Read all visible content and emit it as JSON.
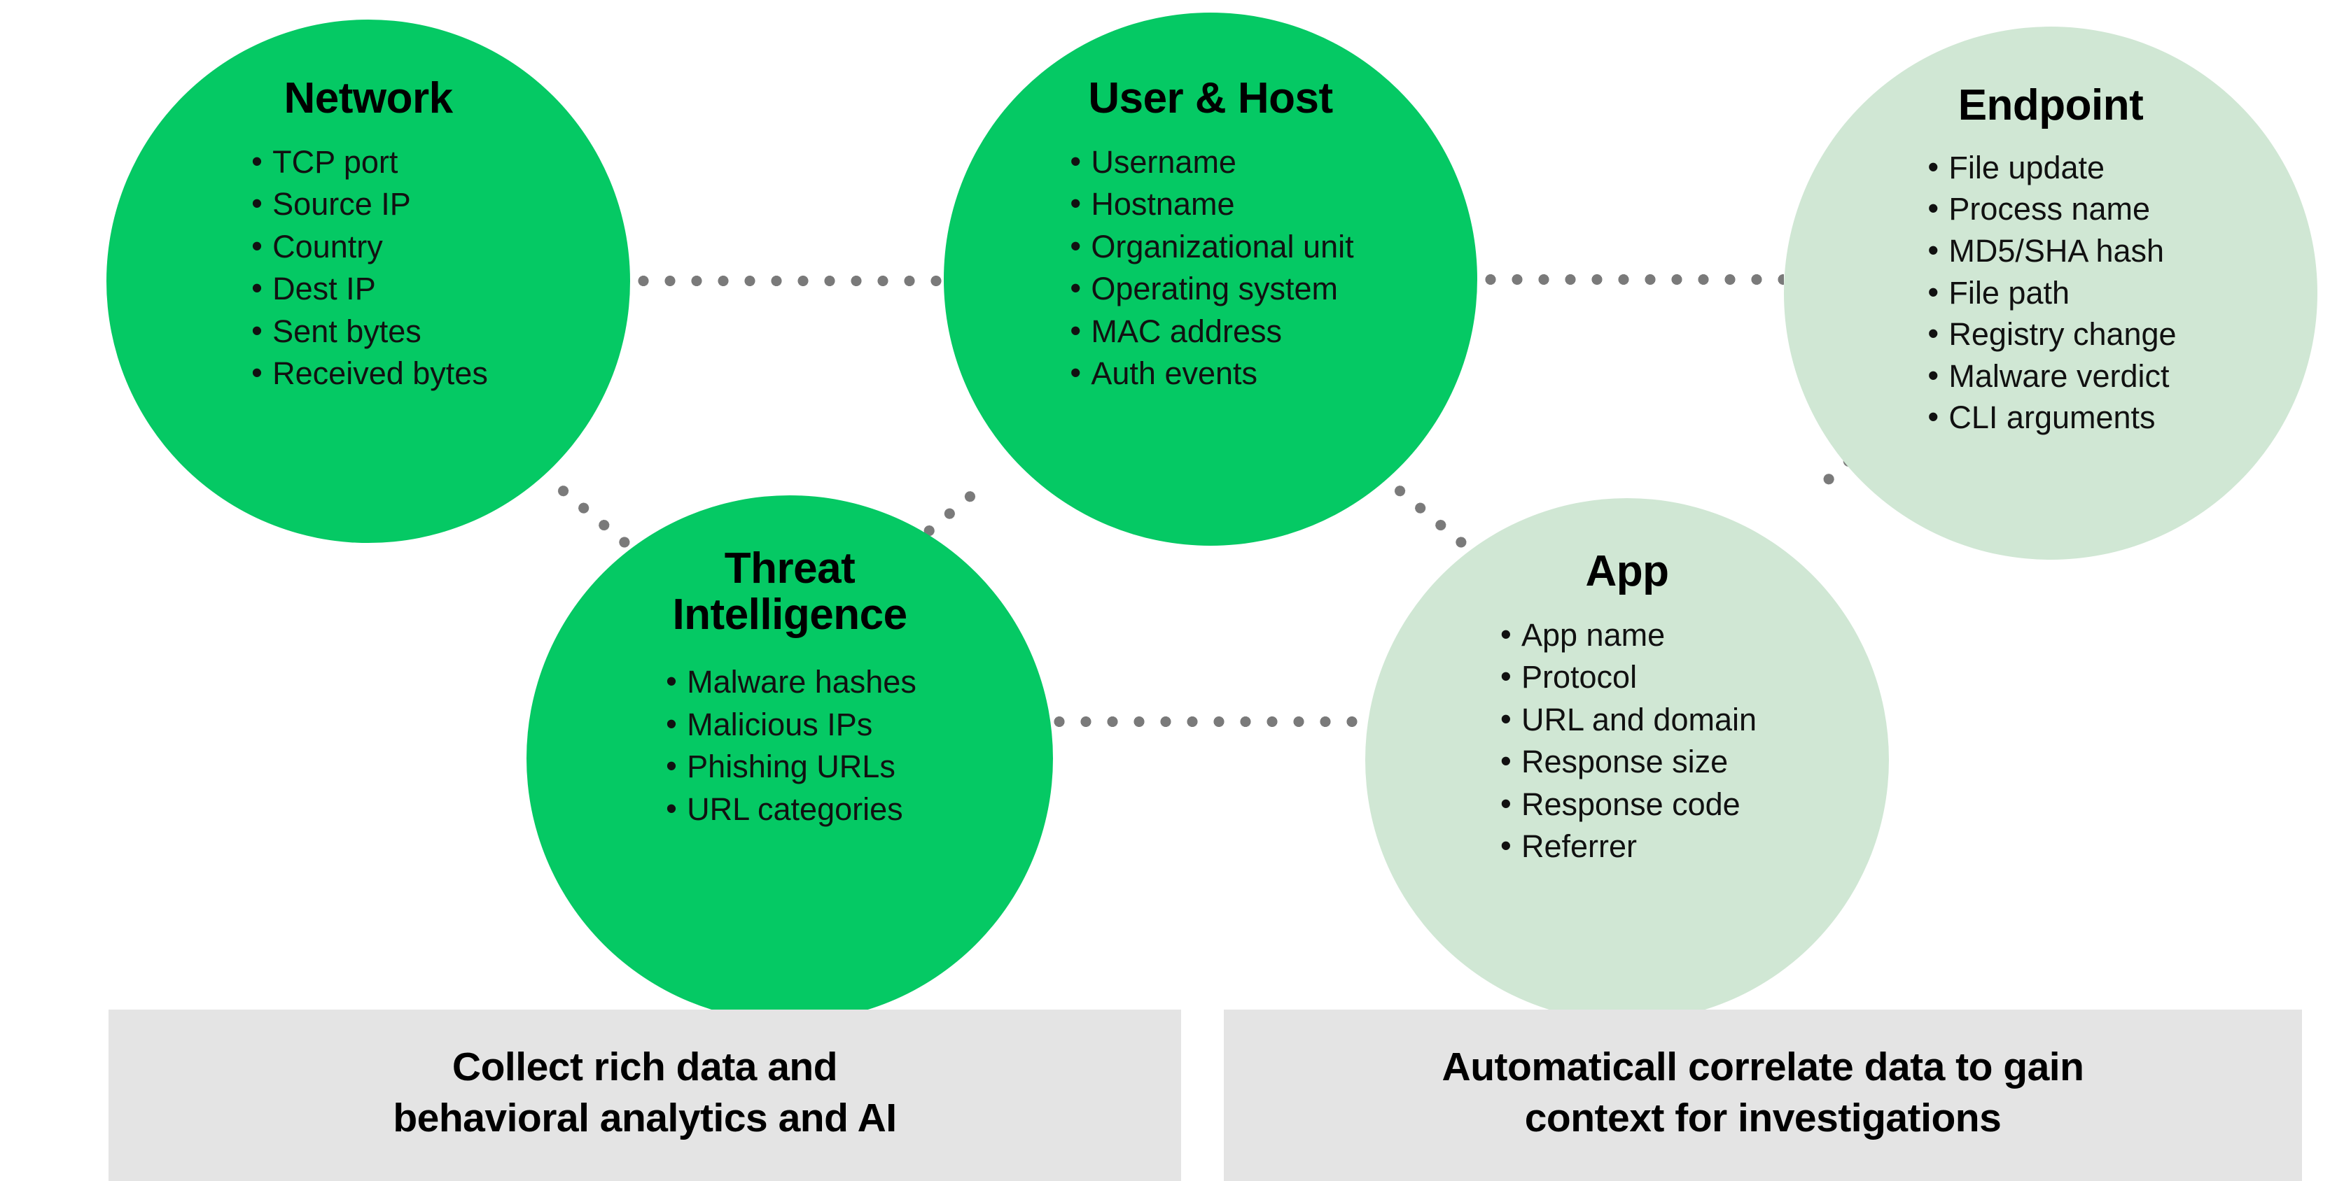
{
  "colors": {
    "bubble_dark_green": "#05C964",
    "bubble_light_green": "#D0E7D4",
    "connector_dot": "#7A7A7A",
    "caption_bar_background": "#E4E4E4",
    "text": "#000000",
    "page_background": "#FFFFFF"
  },
  "bubbles": {
    "network": {
      "title": "Network",
      "items": [
        "TCP port",
        "Source IP",
        "Country",
        "Dest IP",
        "Sent bytes",
        "Received bytes"
      ]
    },
    "user_host": {
      "title": "User & Host",
      "items": [
        "Username",
        "Hostname",
        "Organizational unit",
        "Operating system",
        "MAC address",
        "Auth events"
      ]
    },
    "endpoint": {
      "title": "Endpoint",
      "items": [
        "File update",
        "Process name",
        "MD5/SHA hash",
        "File path",
        "Registry change",
        "Malware verdict",
        "CLI arguments"
      ]
    },
    "threat_intelligence": {
      "title": "Threat\nIntelligence",
      "items": [
        "Malware hashes",
        "Malicious IPs",
        "Phishing URLs",
        "URL categories"
      ]
    },
    "app": {
      "title": "App",
      "items": [
        "App name",
        "Protocol",
        "URL and domain",
        "Response size",
        "Response code",
        "Referrer"
      ]
    }
  },
  "captions": {
    "left": "Collect rich data and\nbehavioral analytics and AI",
    "right": "Automaticall correlate data to gain\ncontext for investigations"
  },
  "connectors": [
    {
      "from": "network",
      "to": "user_host",
      "style": "dotted-horizontal"
    },
    {
      "from": "user_host",
      "to": "endpoint",
      "style": "dotted-horizontal"
    },
    {
      "from": "threat_intelligence",
      "to": "app",
      "style": "dotted-horizontal"
    },
    {
      "from": "network",
      "to": "threat_intelligence",
      "style": "dotted-diagonal"
    },
    {
      "from": "user_host",
      "to": "threat_intelligence",
      "style": "dotted-diagonal"
    },
    {
      "from": "user_host",
      "to": "app",
      "style": "dotted-diagonal"
    },
    {
      "from": "app",
      "to": "endpoint",
      "style": "dotted-diagonal"
    }
  ]
}
